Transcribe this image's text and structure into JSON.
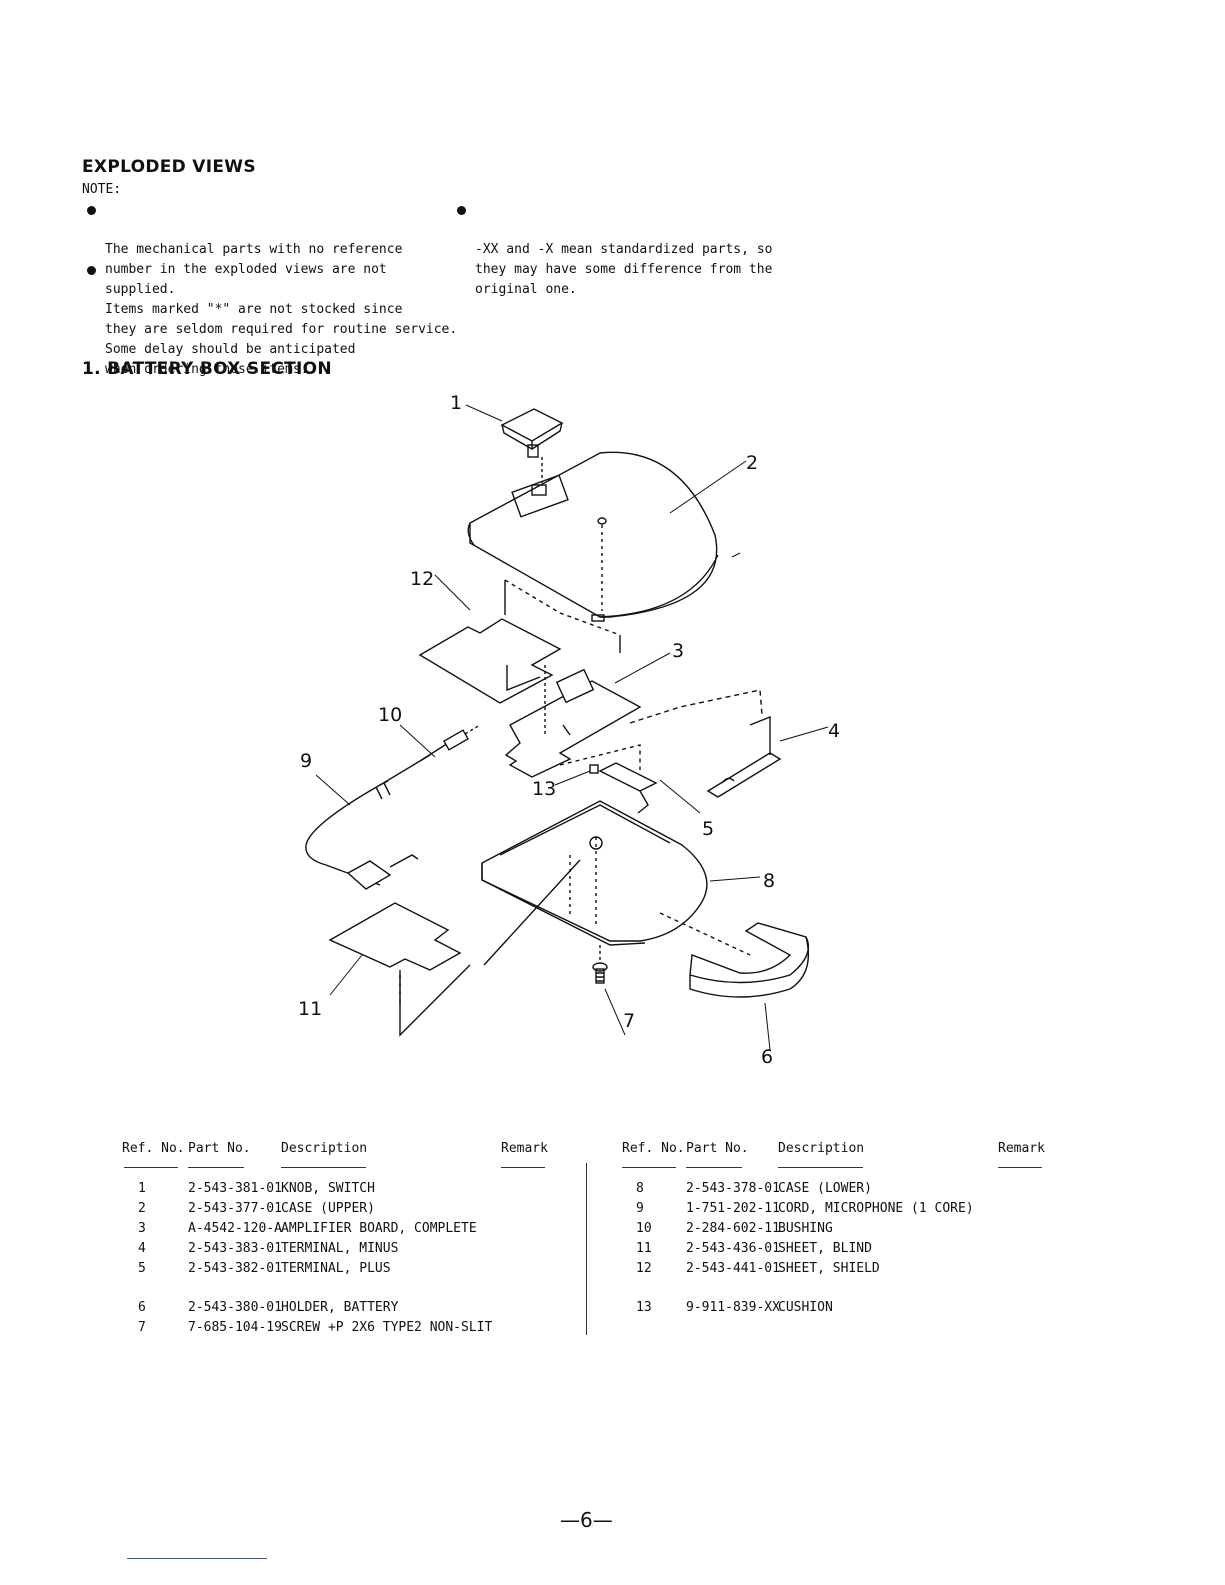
{
  "heading": "EXPLODED VIEWS",
  "note_label": "NOTE:",
  "notes": [
    "The mechanical parts with no reference\nnumber in the exploded views are not\nsupplied.",
    "Items marked \"*\" are not stocked since\nthey are seldom required for routine service.\nSome delay should be anticipated\nwhen ordering these items.",
    "-XX and -X mean standardized parts, so\nthey may have some difference from the\noriginal one."
  ],
  "section_title": "1.  BATTERY BOX SECTION",
  "callouts": [
    "1",
    "2",
    "3",
    "4",
    "5",
    "6",
    "7",
    "8",
    "9",
    "10",
    "11",
    "12",
    "13"
  ],
  "table_headers": {
    "ref": "Ref. No.",
    "part": "Part No.",
    "desc": "Description",
    "remark": "Remark"
  },
  "left_parts": [
    {
      "ref": "1",
      "part": "2-543-381-01",
      "desc": "KNOB, SWITCH"
    },
    {
      "ref": "2",
      "part": "2-543-377-01",
      "desc": "CASE (UPPER)"
    },
    {
      "ref": "3",
      "part": "A-4542-120-A",
      "desc": "AMPLIFIER BOARD, COMPLETE"
    },
    {
      "ref": "4",
      "part": "2-543-383-01",
      "desc": "TERMINAL, MINUS"
    },
    {
      "ref": "5",
      "part": "2-543-382-01",
      "desc": "TERMINAL, PLUS"
    },
    {
      "ref": "6",
      "part": "2-543-380-01",
      "desc": "HOLDER, BATTERY"
    },
    {
      "ref": "7",
      "part": "7-685-104-19",
      "desc": "SCREW +P  2X6  TYPE2 NON-SLIT"
    }
  ],
  "right_parts": [
    {
      "ref": "8",
      "part": "2-543-378-01",
      "desc": "CASE (LOWER)"
    },
    {
      "ref": "9",
      "part": "1-751-202-11",
      "desc": "CORD, MICROPHONE (1 CORE)"
    },
    {
      "ref": "10",
      "part": "2-284-602-11",
      "desc": "BUSHING"
    },
    {
      "ref": "11",
      "part": "2-543-436-01",
      "desc": "SHEET, BLIND"
    },
    {
      "ref": "12",
      "part": "2-543-441-01",
      "desc": "SHEET, SHIELD"
    },
    {
      "ref": "13",
      "part": "9-911-839-XX",
      "desc": "CUSHION"
    }
  ],
  "page_number": "—6—"
}
